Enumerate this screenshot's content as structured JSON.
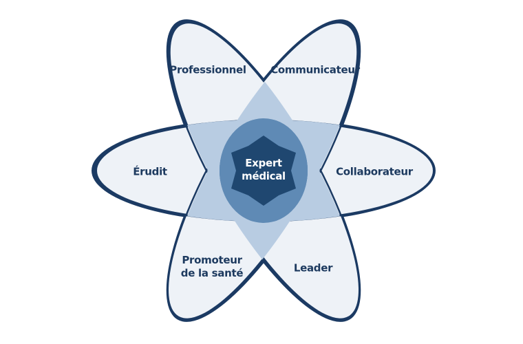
{
  "diagram": {
    "type": "flower",
    "center": {
      "label_line1": "Expert",
      "label_line2": "médical"
    },
    "petals": [
      {
        "id": "professionnel",
        "label": "Professionnel"
      },
      {
        "id": "communicateur",
        "label": "Communicateur"
      },
      {
        "id": "collaborateur",
        "label": "Collaborateur"
      },
      {
        "id": "leader",
        "label": "Leader"
      },
      {
        "id": "promoteur",
        "label_line1": "Promoteur",
        "label_line2": "de la santé"
      },
      {
        "id": "erudit",
        "label": "Érudit"
      }
    ],
    "colors": {
      "outline": "#1b3a63",
      "petal_fill": "#eef2f7",
      "overlap_light": "#b8cce2",
      "overlap_mid": "#5f8ab5",
      "center_dark": "#1f4770",
      "text": "#1d3a5f"
    }
  }
}
